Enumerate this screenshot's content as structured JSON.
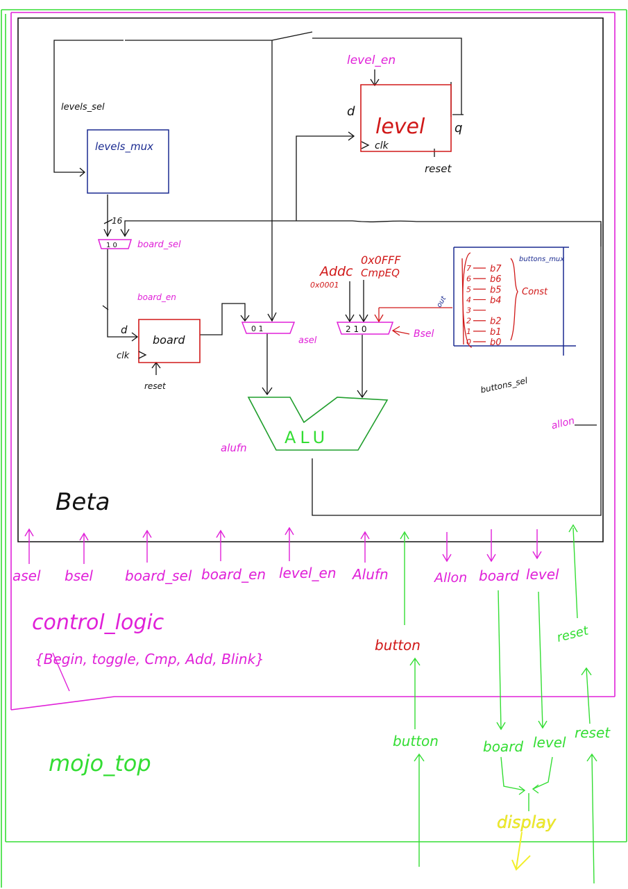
{
  "colors": {
    "beta": "#111111",
    "control": "#e020d8",
    "top": "#33dd33",
    "register": "#d01818",
    "mux": "#1a2a90",
    "alu": "#1f9e2c",
    "display": "#f2ee2a"
  },
  "blocks": {
    "beta": "Beta",
    "levels_mux": "levels_mux",
    "level_reg": "level",
    "board_reg": "board",
    "alu": "ALU",
    "buttons_mux": "buttons_mux",
    "control_logic": "control_logic",
    "control_states": "{Begin, toggle, Cmp, Add, Blink}",
    "mojo_top": "mojo_top",
    "display": "display"
  },
  "labels": {
    "levels_sel": "levels_sel",
    "level_en": "level_en",
    "level_d": "d",
    "level_q": "q",
    "level_clk": "clk",
    "level_reset": "reset",
    "bus_width": "16",
    "board_sel": "board_sel",
    "board_sel_mux": "1 0",
    "board_en": "board_en",
    "board_d": "d",
    "board_clk": "clk",
    "board_reset": "reset",
    "asel_mux": "0 1",
    "asel": "asel",
    "addc": "Addc",
    "addc_val": "0x0001",
    "cmpeq_top": "0x0FFF",
    "cmpeq": "CmpEQ",
    "bsel_mux": "2 1 0",
    "bsel": "Bsel",
    "out": "out",
    "const": "Const",
    "buttons_sel": "buttons_sel",
    "alufn": "alufn",
    "allon": "allon"
  },
  "buttons_mux_rows": [
    {
      "index": "7",
      "name": "b7"
    },
    {
      "index": "6",
      "name": "b6"
    },
    {
      "index": "5",
      "name": "b5"
    },
    {
      "index": "4",
      "name": "b4"
    },
    {
      "index": "3",
      "name": ""
    },
    {
      "index": "2",
      "name": "b2"
    },
    {
      "index": "1",
      "name": "b1"
    },
    {
      "index": "0",
      "name": "b0"
    }
  ],
  "beta_ports": {
    "asel": "asel",
    "bsel": "bsel",
    "board_sel": "board_sel",
    "board_en": "board_en",
    "level_en": "level_en",
    "alufn": "Alufn",
    "button": "button",
    "allon": "Allon",
    "board": "board",
    "level": "level",
    "reset": "reset"
  },
  "top_signals": {
    "button_ctrl": "button",
    "reset_ctrl": "reset",
    "button": "button",
    "board": "board",
    "level": "level",
    "reset": "reset"
  }
}
